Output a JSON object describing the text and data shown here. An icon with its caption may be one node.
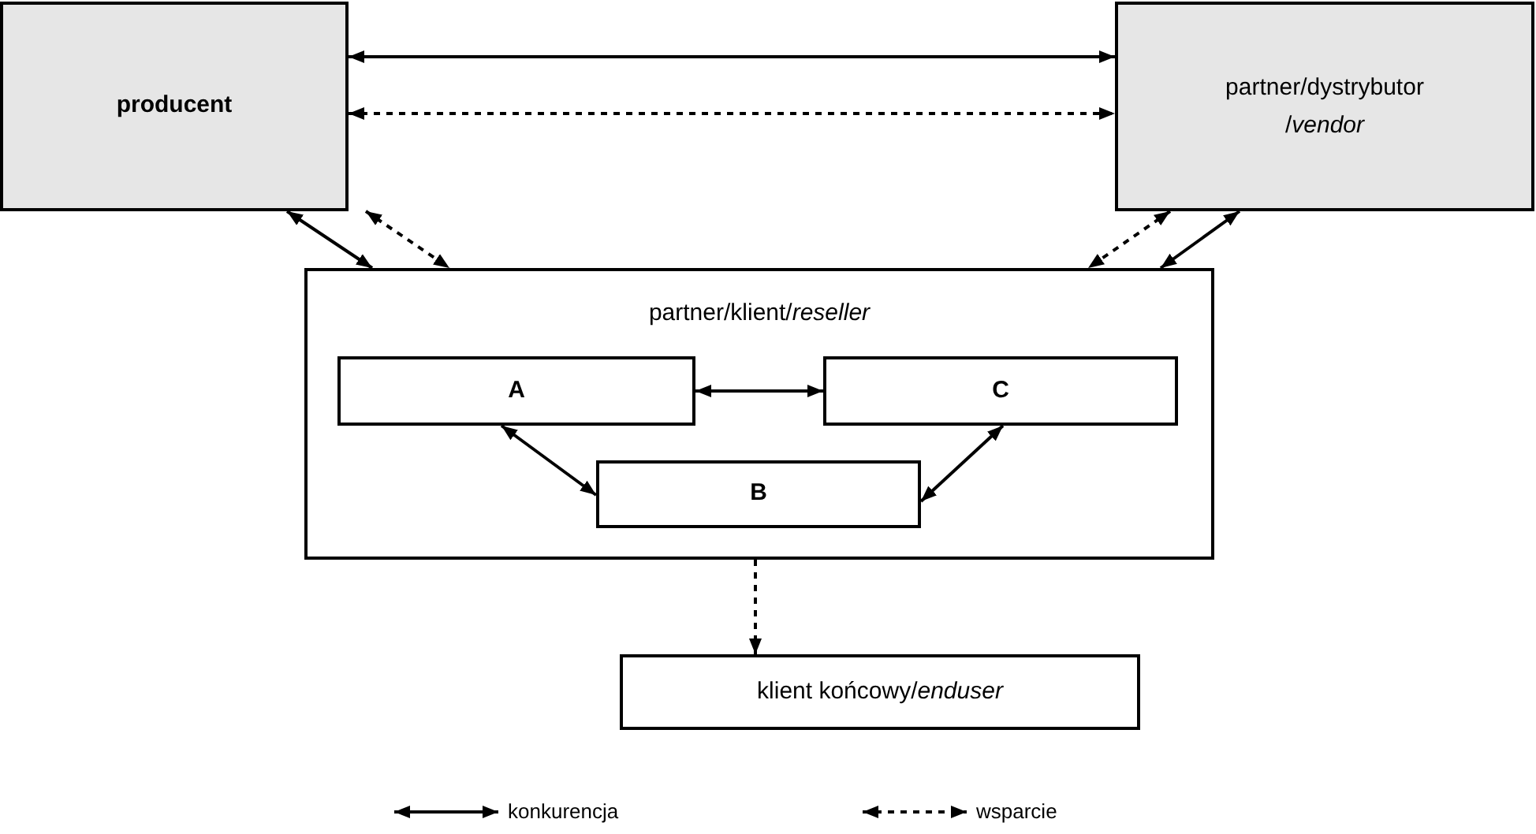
{
  "diagram": {
    "nodes": [
      {
        "text": [
          "producent"
        ]
      },
      {
        "text": [
          "partner/dystrybutor /*vendor*"
        ]
      },
      {
        "text": [
          "partner/klient/*reseller*"
        ]
      },
      {
        "text": [
          "A"
        ],
        "in": 2
      },
      {
        "text": [
          "C"
        ],
        "in": 2
      },
      {
        "text": [
          "B"
        ],
        "in": 2
      },
      {
        "text": [
          "klient końcowy/*enduser*"
        ]
      }
    ],
    "edges": [
      {
        "from": 0,
        "to": 1,
        "arrow": "both"
      },
      {
        "from": 0,
        "to": 1,
        "arrow": "both",
        "style": "dashed"
      },
      {
        "from": 0,
        "to": 2,
        "arrow": "both"
      },
      {
        "from": 0,
        "to": 2,
        "arrow": "both",
        "style": "dashed"
      },
      {
        "from": 1,
        "to": 2,
        "arrow": "both",
        "style": "dashed"
      },
      {
        "from": 1,
        "to": 2,
        "arrow": "both"
      },
      {
        "from": 3,
        "to": 4,
        "arrow": "both"
      },
      {
        "from": 3,
        "to": 5,
        "arrow": "both"
      },
      {
        "from": 4,
        "to": 5,
        "arrow": "both"
      },
      {
        "from": 2,
        "to": 6,
        "arrow": "to",
        "style": "dashed"
      }
    ],
    "legend": [
      {
        "text": "konkurencja"
      },
      {
        "text": "wsparcie"
      }
    ]
  }
}
